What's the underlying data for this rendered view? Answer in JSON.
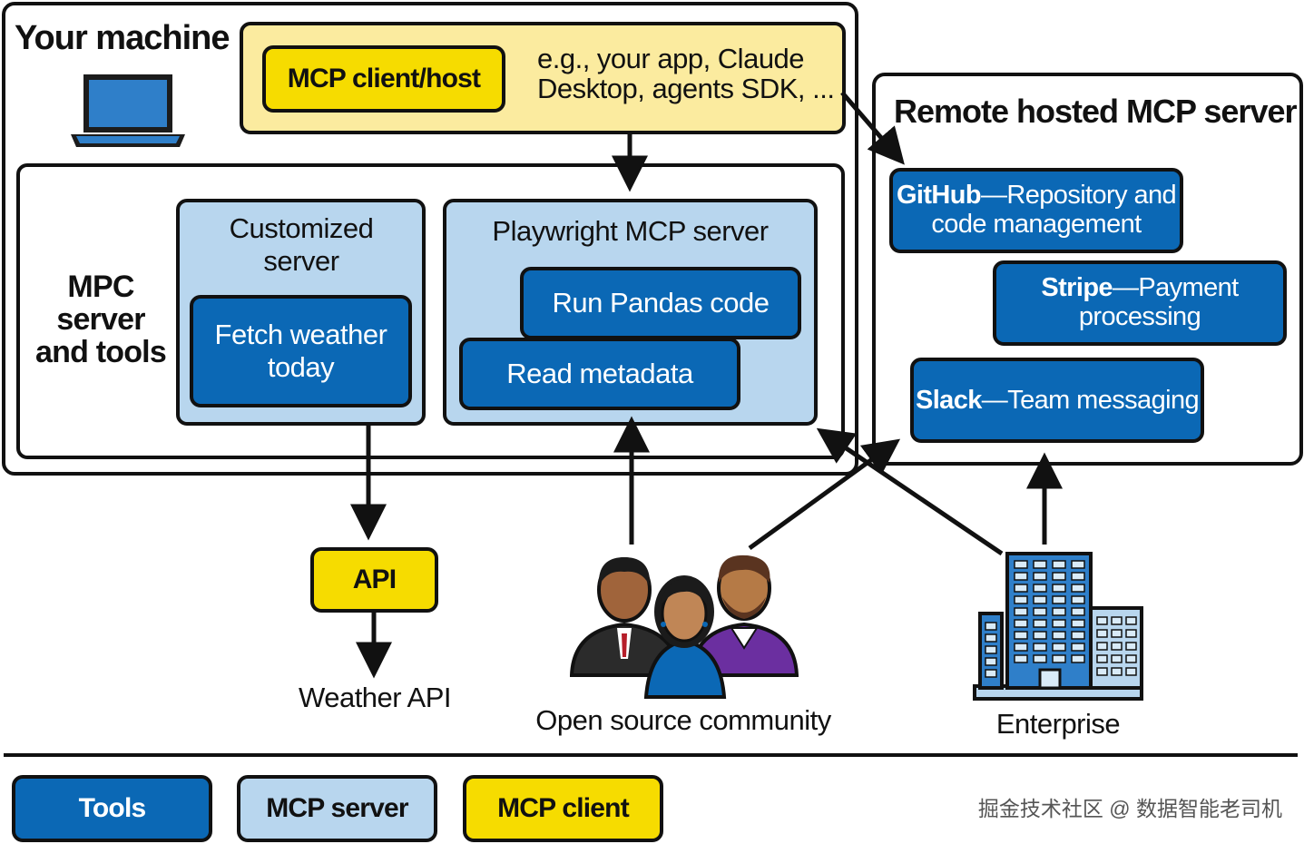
{
  "your_machine": {
    "title": "Your machine",
    "client_host": {
      "label": "MCP client/host",
      "examples": "e.g., your app, Claude Desktop, agents SDK, ..."
    },
    "mcp_area": {
      "label": "MPC server and tools",
      "customized_server": {
        "title": "Customized server",
        "tool": "Fetch weather today"
      },
      "playwright_server": {
        "title": "Playwright MCP server",
        "tools": [
          "Run Pandas code",
          "Read metadata"
        ]
      }
    }
  },
  "remote": {
    "title": "Remote hosted MCP server",
    "services": [
      {
        "name": "GitHub",
        "desc": "—Repository and code management"
      },
      {
        "name": "Stripe",
        "desc": "—Payment processing"
      },
      {
        "name": "Slack",
        "desc": "—Team messaging"
      }
    ]
  },
  "external": {
    "api_label": "API",
    "weather_api": "Weather API",
    "community": "Open source community",
    "enterprise": "Enterprise"
  },
  "legend": [
    {
      "label": "Tools",
      "color": "#0b68b5"
    },
    {
      "label": "MCP server",
      "color": "#b8d6ee"
    },
    {
      "label": "MCP client",
      "color": "#f6dc00"
    }
  ],
  "watermark": "掘金技术社区 @ 数据智能老司机"
}
